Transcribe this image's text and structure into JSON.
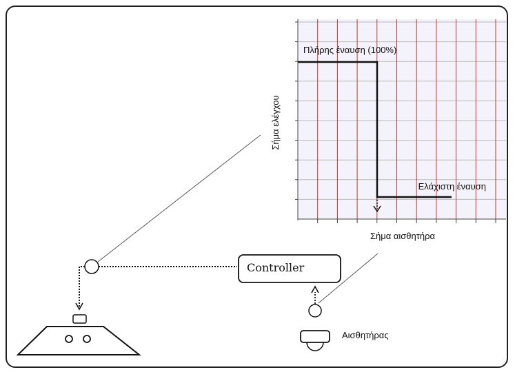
{
  "graph": {
    "ylabel": "Σήμα ελέγχου",
    "xlabel": "Σήμα αισθητήρα",
    "full_open_label": "Πλήρης έναυση (100%)",
    "min_open_label": "Ελάχιστη έναυση"
  },
  "controller": {
    "label": "Controller"
  },
  "sensor": {
    "label": "Αισθητήρας"
  },
  "colors": {
    "grid_vertical": "#c0392b",
    "grid_horizontal": "#b9b9b9",
    "graph_bg": "#f4f2fb",
    "line": "#111111"
  },
  "icons": {
    "valve": "damper-icon",
    "sensor": "sensor-icon"
  }
}
